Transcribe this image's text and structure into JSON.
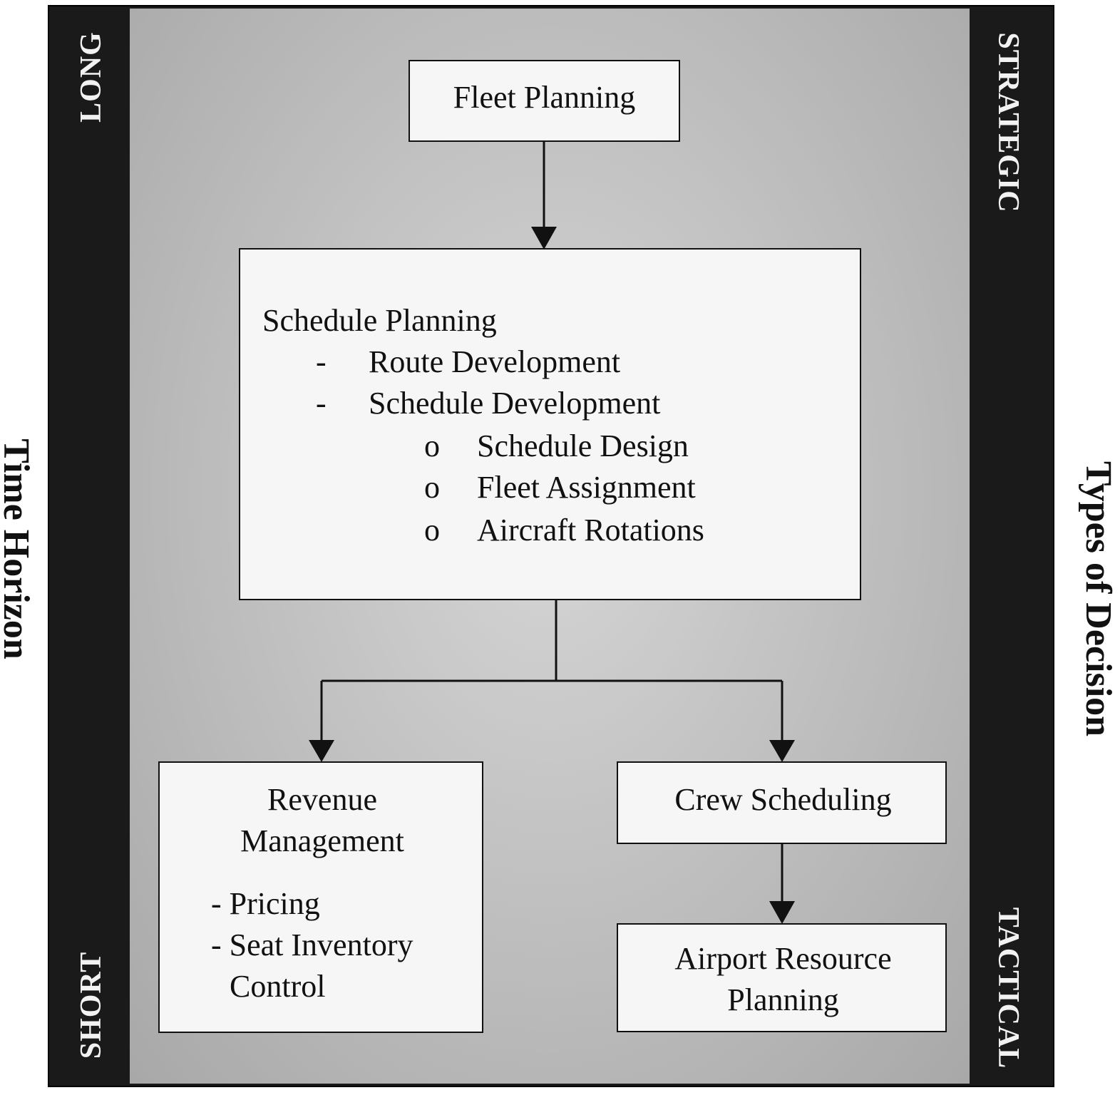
{
  "axes": {
    "left_outer": "Time Horizon",
    "right_outer": "Types of Decision",
    "left_top": "LONG",
    "left_bottom": "SHORT",
    "right_top": "STRATEGIC",
    "right_bottom": "TACTICAL"
  },
  "nodes": {
    "fleet_planning": {
      "title": "Fleet Planning"
    },
    "schedule_planning": {
      "title": "Schedule Planning",
      "dash": "-",
      "bullet": "o",
      "route_development": "Route Development",
      "schedule_development": "Schedule Development",
      "sub_items": [
        "Schedule Design",
        "Fleet Assignment",
        "Aircraft Rotations"
      ]
    },
    "revenue_management": {
      "title_line1": "Revenue",
      "title_line2": "Management",
      "item1": "- Pricing",
      "item2": "- Seat Inventory",
      "item2_cont": "Control"
    },
    "crew_scheduling": {
      "title": "Crew Scheduling"
    },
    "airport_resource_planning": {
      "title_line1": "Airport Resource",
      "title_line2": "Planning"
    }
  },
  "colors": {
    "frame": "#1a1a1a",
    "panel": "#bdbdbd",
    "box": "#f6f6f6",
    "line": "#111111"
  }
}
